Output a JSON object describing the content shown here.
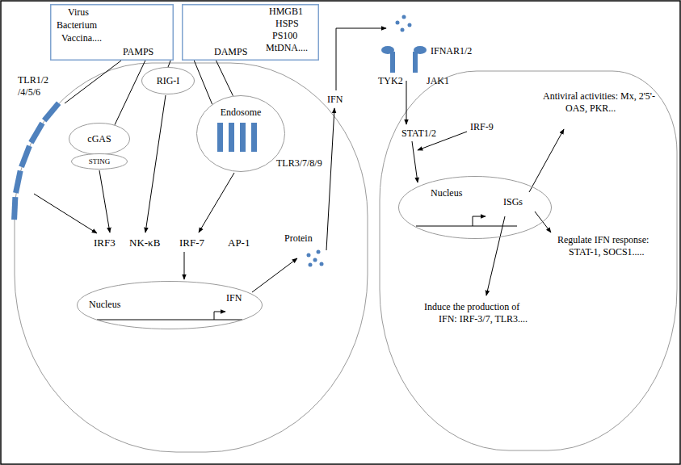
{
  "diagram": {
    "nodes": [
      {
        "text": [
          "Virus",
          "Bacterium",
          "Vaccina....",
          "PAMPS"
        ]
      },
      {
        "text": [
          "HMGB1",
          "HSPS",
          "PS100",
          "MtDNA....",
          "DAMPS"
        ]
      },
      {
        "text": [
          "cGAS"
        ]
      },
      {
        "text": [
          "STING"
        ]
      },
      {
        "text": [
          "RIG-I"
        ]
      },
      {
        "text": [
          "Endosome"
        ]
      },
      {
        "text": [
          "Nucleus",
          "IFN"
        ]
      },
      {
        "text": [
          "Nucleus",
          "ISGs"
        ]
      }
    ],
    "edges": [
      {
        "from": 0,
        "to": 2,
        "arrow": "none"
      },
      {
        "from": 0,
        "to": 4,
        "arrow": "none"
      },
      {
        "from": 1,
        "to": 5,
        "arrow": "none"
      },
      {
        "from": 1,
        "to": 5,
        "arrow": "none"
      }
    ],
    "labels": [
      "TLR1/2 /4/5/6",
      "TLR3/7/8/9",
      "IRF3",
      "NK-κB",
      "IRF-7",
      "AP-1",
      "Protein",
      "IFN",
      "IFNAR1/2",
      "TYK2",
      "JAK1",
      "STAT1/2",
      "IRF-9",
      "Antiviral activities: Mx, 2'5'-OAS, PKR...",
      "Regulate IFN response: STAT-1, SOCS1.....",
      "Induce the production of IFN: IRF-3/7, TLR3...."
    ]
  }
}
